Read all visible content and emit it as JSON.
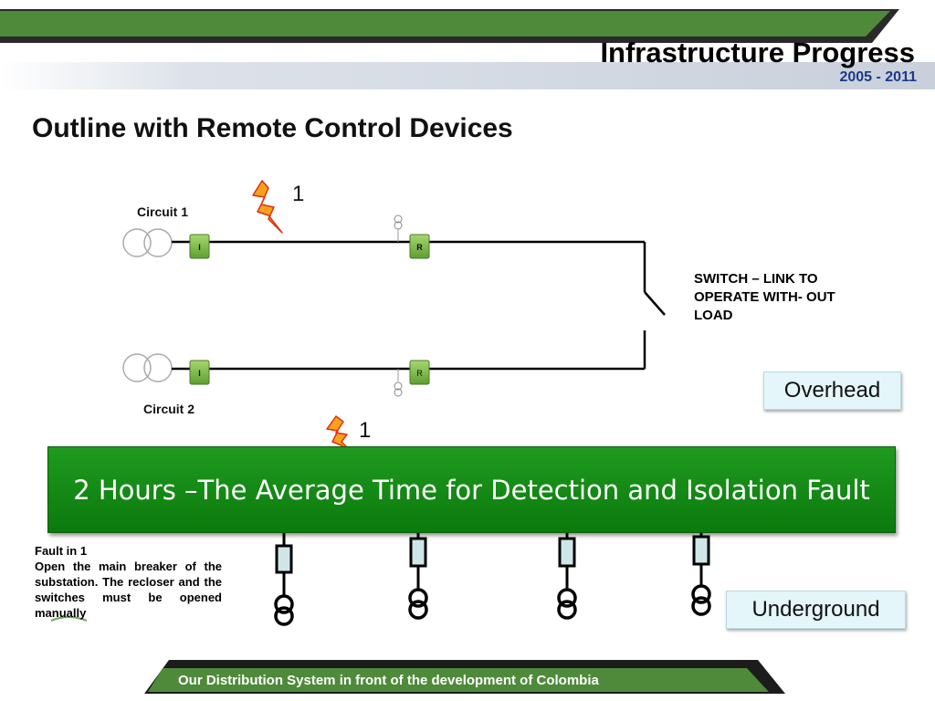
{
  "header": {
    "title": "Infrastructure Progress",
    "years": "2005 - 2011"
  },
  "slide_title": "Outline with Remote Control Devices",
  "diagram": {
    "circuit1_label": "Circuit 1",
    "circuit2_label": "Circuit 2",
    "fault_marker_top": "1",
    "fault_marker_bottom": "1",
    "switch_note": "SWITCH – LINK TO OPERATE WITH- OUT LOAD",
    "device_i_label": "I",
    "device_r_label": "R",
    "overhead_label": "Overhead",
    "underground_label": "Underground"
  },
  "banner_text": "2 Hours –The Average Time for Detection and Isolation Fault",
  "fault_note": {
    "title": "Fault in 1",
    "description": "Open the main breaker of the substation. The recloser and the switches must be opened manually"
  },
  "footer_text": "Our Distribution System in front of the development of Colombia",
  "colors": {
    "green_bar": "#4e8a3a",
    "banner_green": "#129016",
    "device_green": "#7bbf4a",
    "fault_red": "#e03010",
    "years_blue": "#1b3a8c"
  }
}
